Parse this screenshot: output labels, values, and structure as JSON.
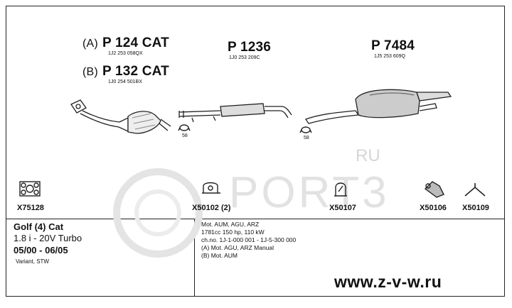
{
  "parts": [
    {
      "variant": "(A)",
      "code": "P 124 CAT",
      "oem": "1J2 253 058QX"
    },
    {
      "variant": "(B)",
      "code": "P 132 CAT",
      "oem": "1J0 254 501BX"
    },
    {
      "variant": "",
      "code": "P 1236",
      "oem": "1J0 253 209C"
    },
    {
      "variant": "",
      "code": "P 7484",
      "oem": "1J5 253 609Q"
    }
  ],
  "clamp_labels": [
    "58",
    "58"
  ],
  "accessories": [
    "X75128",
    "X50102 (2)",
    "X50107",
    "X50106",
    "X50109"
  ],
  "vehicle": {
    "model": "Golf (4) Cat",
    "engine": "1.8 i - 20V Turbo",
    "years": "05/00 - 06/05",
    "body": "Variant, STW"
  },
  "details": [
    "Mot. AUM, AGU, ARZ",
    "1781cc 150 hp, 110 kW",
    "ch.no. 1J-1-000 001 - 1J-5-300 000",
    "(A) Mot. AGU, ARZ Manual",
    "(B) Mot. AUM"
  ],
  "watermark": {
    "brand": "PORT3",
    "suffix": "RU"
  },
  "footer_url": "www.z-v-w.ru"
}
